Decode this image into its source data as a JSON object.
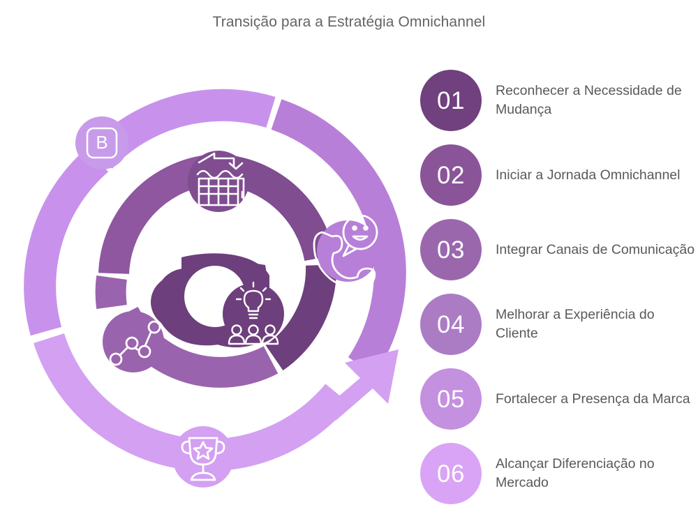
{
  "title": "Transição para a Estratégia Omnichannel",
  "colors": {
    "background": "#ffffff",
    "title_text": "#636363",
    "body_text": "#595959",
    "step_1": "#70407f",
    "step_2": "#8a5499",
    "step_3": "#9a67ad",
    "step_4": "#ab7cc4",
    "step_5": "#c490e0",
    "step_6": "#d9a4f5",
    "spiral_outer": "#c892ec",
    "spiral_outer_alt": "#b87fd8",
    "spiral_middle": "#9a63ad",
    "spiral_middle_alt": "#8e579f",
    "spiral_inner": "#6d3f7c",
    "icon_stroke": "#ffffff"
  },
  "steps": [
    {
      "number": "01",
      "label": "Reconhecer a Necessidade de Mudança"
    },
    {
      "number": "02",
      "label": "Iniciar a Jornada Omnichannel"
    },
    {
      "number": "03",
      "label": "Integrar Canais de Comunicação"
    },
    {
      "number": "04",
      "label": "Melhorar a Experiência do Cliente"
    },
    {
      "number": "05",
      "label": "Fortalecer a Presença da Marca"
    },
    {
      "number": "06",
      "label": "Alcançar Diferenciação no Mercado"
    }
  ],
  "spiral": {
    "badge_letter": "B",
    "icons": [
      {
        "name": "storefront-icon",
        "meaning": "loja / ponto de venda"
      },
      {
        "name": "customer-support-icon",
        "meaning": "atendimento / comunicação"
      },
      {
        "name": "team-idea-icon",
        "meaning": "equipe e ideia"
      },
      {
        "name": "network-nodes-icon",
        "meaning": "conexão de canais"
      },
      {
        "name": "trophy-icon",
        "meaning": "conquista / diferenciação"
      }
    ]
  }
}
